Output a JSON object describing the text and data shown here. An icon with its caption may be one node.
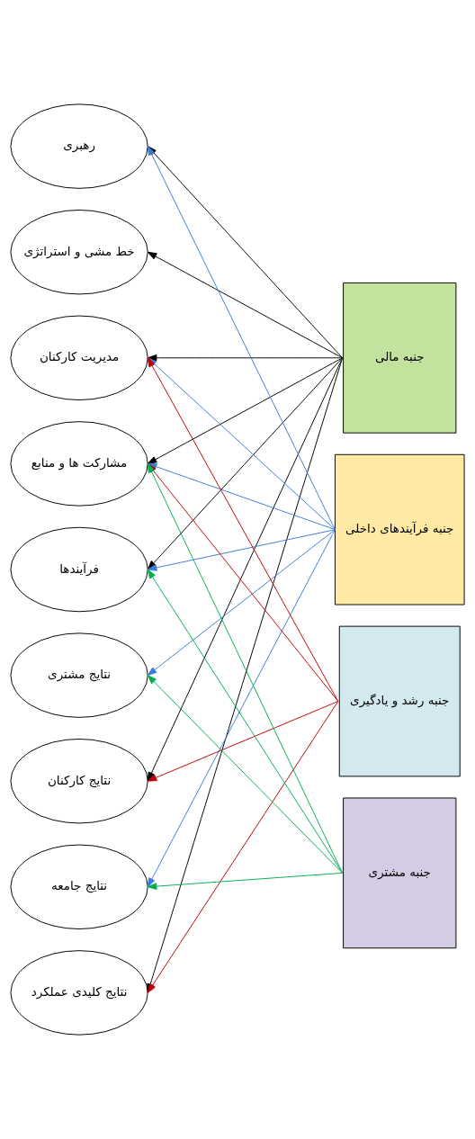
{
  "diagram": {
    "nodes": [
      {
        "text": [
          "رهبری"
        ]
      },
      {
        "text": [
          "خط مشی و استراتژی"
        ]
      },
      {
        "text": [
          "مدیریت کارکنان"
        ]
      },
      {
        "text": [
          "مشارکت ها و منابع"
        ]
      },
      {
        "text": [
          "فرآیندها"
        ]
      },
      {
        "text": [
          "نتایج مشتری"
        ]
      },
      {
        "text": [
          "نتایج کارکنان"
        ]
      },
      {
        "text": [
          "نتایج جامعه"
        ]
      },
      {
        "text": [
          "نتایج کلیدی عملکرد"
        ]
      },
      {
        "text": [
          "جنبه مالی"
        ]
      },
      {
        "text": [
          "جنبه فرآیندهای داخلی"
        ]
      },
      {
        "text": [
          "جنبه رشد و یادگیری"
        ]
      },
      {
        "text": [
          "جنبه مشتری"
        ]
      }
    ],
    "edges": [
      {
        "from": 9,
        "to": 0,
        "arrow": "to",
        "color": "#000000"
      },
      {
        "from": 9,
        "to": 1,
        "arrow": "to",
        "color": "#000000"
      },
      {
        "from": 9,
        "to": 2,
        "arrow": "to",
        "color": "#000000"
      },
      {
        "from": 9,
        "to": 3,
        "arrow": "to",
        "color": "#000000"
      },
      {
        "from": 9,
        "to": 4,
        "arrow": "to",
        "color": "#000000"
      },
      {
        "from": 9,
        "to": 6,
        "arrow": "to",
        "color": "#000000"
      },
      {
        "from": 9,
        "to": 8,
        "arrow": "to",
        "color": "#000000"
      },
      {
        "from": 10,
        "to": 0,
        "arrow": "to",
        "color": "#3a7bd5"
      },
      {
        "from": 10,
        "to": 2,
        "arrow": "to",
        "color": "#3a7bd5"
      },
      {
        "from": 10,
        "to": 3,
        "arrow": "to",
        "color": "#3a7bd5"
      },
      {
        "from": 10,
        "to": 4,
        "arrow": "to",
        "color": "#3a7bd5"
      },
      {
        "from": 10,
        "to": 5,
        "arrow": "to",
        "color": "#3a7bd5"
      },
      {
        "from": 10,
        "to": 7,
        "arrow": "to",
        "color": "#3a7bd5"
      },
      {
        "from": 11,
        "to": 2,
        "arrow": "to",
        "color": "#c00000"
      },
      {
        "from": 11,
        "to": 3,
        "arrow": "to",
        "color": "#c00000"
      },
      {
        "from": 11,
        "to": 6,
        "arrow": "to",
        "color": "#c00000"
      },
      {
        "from": 11,
        "to": 8,
        "arrow": "to",
        "color": "#c00000"
      },
      {
        "from": 12,
        "to": 3,
        "arrow": "to",
        "color": "#00b050"
      },
      {
        "from": 12,
        "to": 4,
        "arrow": "to",
        "color": "#00b050"
      },
      {
        "from": 12,
        "to": 5,
        "arrow": "to",
        "color": "#00b050"
      },
      {
        "from": 12,
        "to": 7,
        "arrow": "to",
        "color": "#00b050"
      }
    ]
  }
}
